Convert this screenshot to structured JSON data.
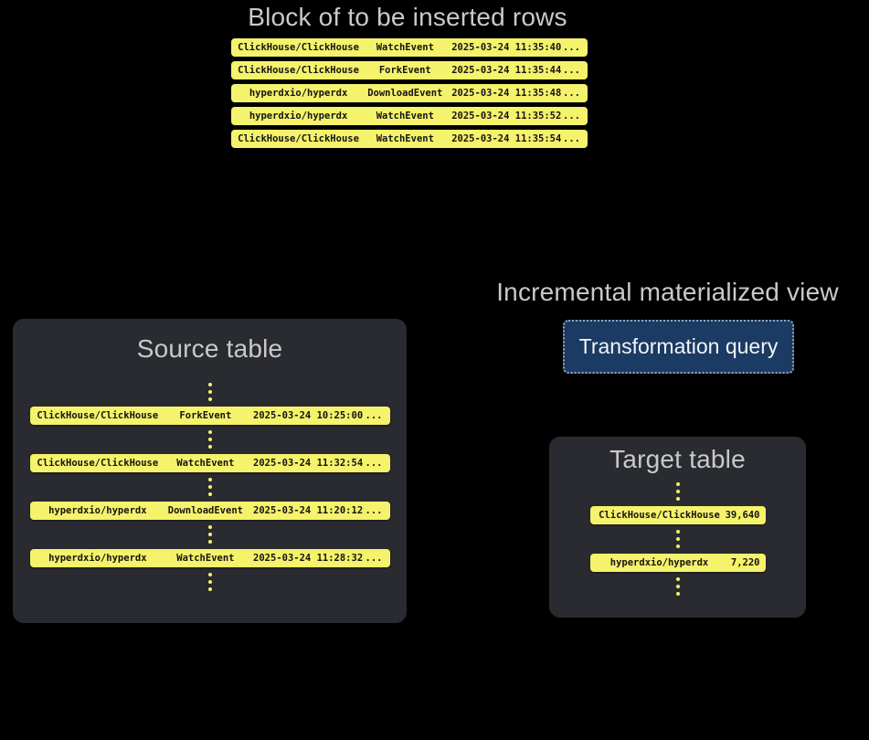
{
  "colors": {
    "background": "#000000",
    "row_yellow": "#f5f26b",
    "panel_gray": "#2a2b30",
    "button_blue": "#1b3a64",
    "button_border": "#97a5b4",
    "title_gray": "#c8c9cb",
    "row_text": "#141414"
  },
  "insert_block": {
    "title": "Block of to be inserted rows",
    "rows": [
      {
        "repo": "ClickHouse/ClickHouse",
        "event": "WatchEvent",
        "timestamp": "2025-03-24 11:35:40",
        "more": "..."
      },
      {
        "repo": "ClickHouse/ClickHouse",
        "event": "ForkEvent",
        "timestamp": "2025-03-24 11:35:44",
        "more": "..."
      },
      {
        "repo": "hyperdxio/hyperdx",
        "event": "DownloadEvent",
        "timestamp": "2025-03-24 11:35:48",
        "more": "..."
      },
      {
        "repo": "hyperdxio/hyperdx",
        "event": "WatchEvent",
        "timestamp": "2025-03-24 11:35:52",
        "more": "..."
      },
      {
        "repo": "ClickHouse/ClickHouse",
        "event": "WatchEvent",
        "timestamp": "2025-03-24 11:35:54",
        "more": "..."
      }
    ]
  },
  "source_table": {
    "title": "Source table",
    "rows": [
      {
        "repo": "ClickHouse/ClickHouse",
        "event": "ForkEvent",
        "timestamp": "2025-03-24 10:25:00",
        "more": "..."
      },
      {
        "repo": "ClickHouse/ClickHouse",
        "event": "WatchEvent",
        "timestamp": "2025-03-24 11:32:54",
        "more": "..."
      },
      {
        "repo": "hyperdxio/hyperdx",
        "event": "DownloadEvent",
        "timestamp": "2025-03-24 11:20:12",
        "more": "..."
      },
      {
        "repo": "hyperdxio/hyperdx",
        "event": "WatchEvent",
        "timestamp": "2025-03-24 11:28:32",
        "more": "..."
      }
    ]
  },
  "materialized_view": {
    "title": "Incremental materialized view",
    "button_label": "Transformation query"
  },
  "target_table": {
    "title": "Target table",
    "rows": [
      {
        "name": "ClickHouse/ClickHouse",
        "count": "39,640"
      },
      {
        "name": "hyperdxio/hyperdx",
        "count": "7,220"
      }
    ]
  }
}
